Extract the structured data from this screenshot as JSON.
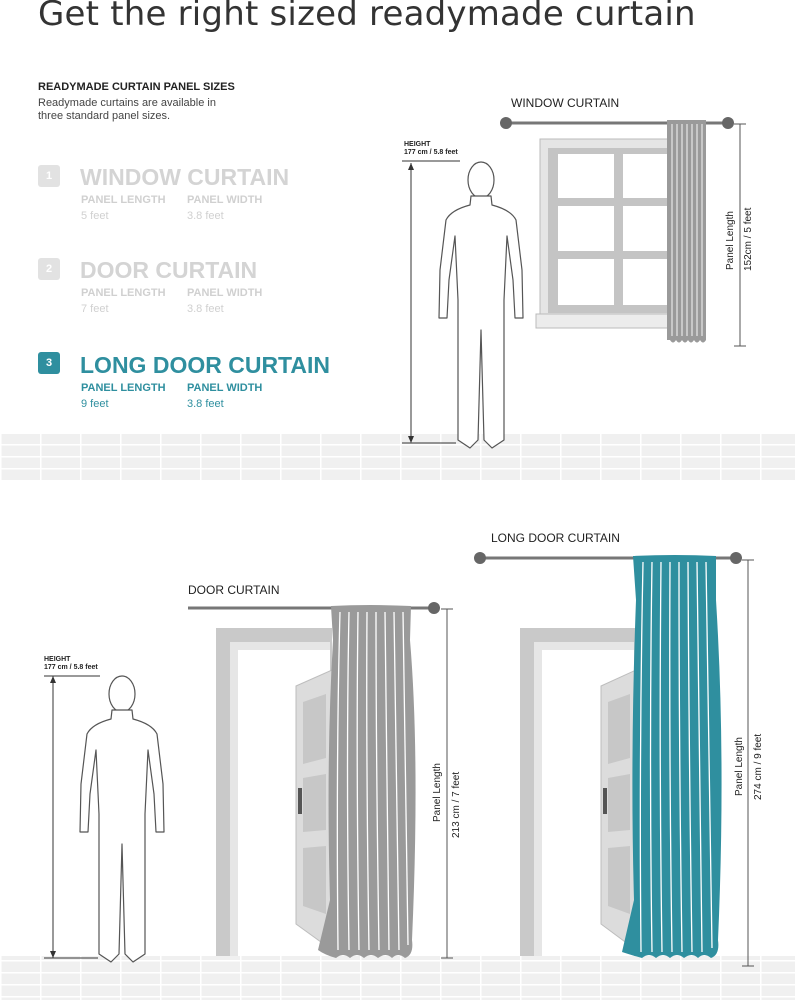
{
  "page_title": "Get the right sized readymade curtain",
  "intro": {
    "heading": "READYMADE CURTAIN PANEL SIZES",
    "description": "Readymade curtains are available in three standard panel sizes."
  },
  "sizes": [
    {
      "number": "1",
      "name": "WINDOW CURTAIN",
      "length_label": "PANEL LENGTH",
      "length": "5 feet",
      "width_label": "PANEL WIDTH",
      "width": "3.8 feet",
      "active": false
    },
    {
      "number": "2",
      "name": "DOOR CURTAIN",
      "length_label": "PANEL LENGTH",
      "length": "7 feet",
      "width_label": "PANEL WIDTH",
      "width": "3.8 feet",
      "active": false
    },
    {
      "number": "3",
      "name": "LONG DOOR CURTAIN",
      "length_label": "PANEL LENGTH",
      "length": "9 feet",
      "width_label": "PANEL WIDTH",
      "width": "3.8 feet",
      "active": true
    }
  ],
  "diagrams": {
    "window": {
      "label": "WINDOW CURTAIN",
      "height_title": "HEIGHT",
      "height_value": "177 cm / 5.8 feet",
      "panel_length_label": "Panel Length",
      "panel_length_value": "152cm / 5 feet"
    },
    "door": {
      "label": "DOOR CURTAIN",
      "height_title": "HEIGHT",
      "height_value": "177 cm / 5.8 feet",
      "panel_length_label": "Panel Length",
      "panel_length_value": "213 cm / 7  feet"
    },
    "long_door": {
      "label": "LONG DOOR CURTAIN",
      "panel_length_label": "Panel Length",
      "panel_length_value": "274 cm / 9 feet"
    }
  },
  "colors": {
    "accent": "#2f8f9f",
    "inactive": "#d4d4d4",
    "curtain_gray": "#9a9a9a",
    "rod": "#6e6e6e"
  }
}
